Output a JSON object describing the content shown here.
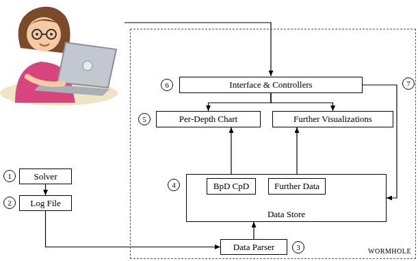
{
  "diagram": {
    "nodes": [
      {
        "text": [
          "WORMHOLE"
        ]
      },
      {
        "text": [
          "Interface & Controllers"
        ],
        "in": 0
      },
      {
        "text": [
          "Per-Depth Chart"
        ],
        "in": 0
      },
      {
        "text": [
          "Further Visualizations"
        ],
        "in": 0
      },
      {
        "text": [
          "Data Store"
        ],
        "in": 0
      },
      {
        "text": [
          "BpD CpD"
        ],
        "in": 4
      },
      {
        "text": [
          "Further Data"
        ],
        "in": 4
      },
      {
        "text": [
          "Solver"
        ]
      },
      {
        "text": [
          "Log File"
        ]
      },
      {
        "text": [
          "Data Parser"
        ],
        "in": 0
      }
    ],
    "edges": [
      {
        "from": 1,
        "to": 2,
        "arrow": "to"
      },
      {
        "from": 1,
        "to": 3,
        "arrow": "to"
      },
      {
        "from": 5,
        "to": 2,
        "arrow": "to"
      },
      {
        "from": 6,
        "to": 3,
        "arrow": "to"
      },
      {
        "from": 7,
        "to": 8,
        "arrow": "to"
      },
      {
        "from": 8,
        "to": 9,
        "arrow": "to"
      },
      {
        "from": 9,
        "to": 4,
        "arrow": "to"
      },
      {
        "from": 1,
        "to": 4,
        "arrow": "to"
      }
    ],
    "labels": [
      "1",
      "2",
      "3",
      "4",
      "5",
      "6",
      "7"
    ]
  }
}
